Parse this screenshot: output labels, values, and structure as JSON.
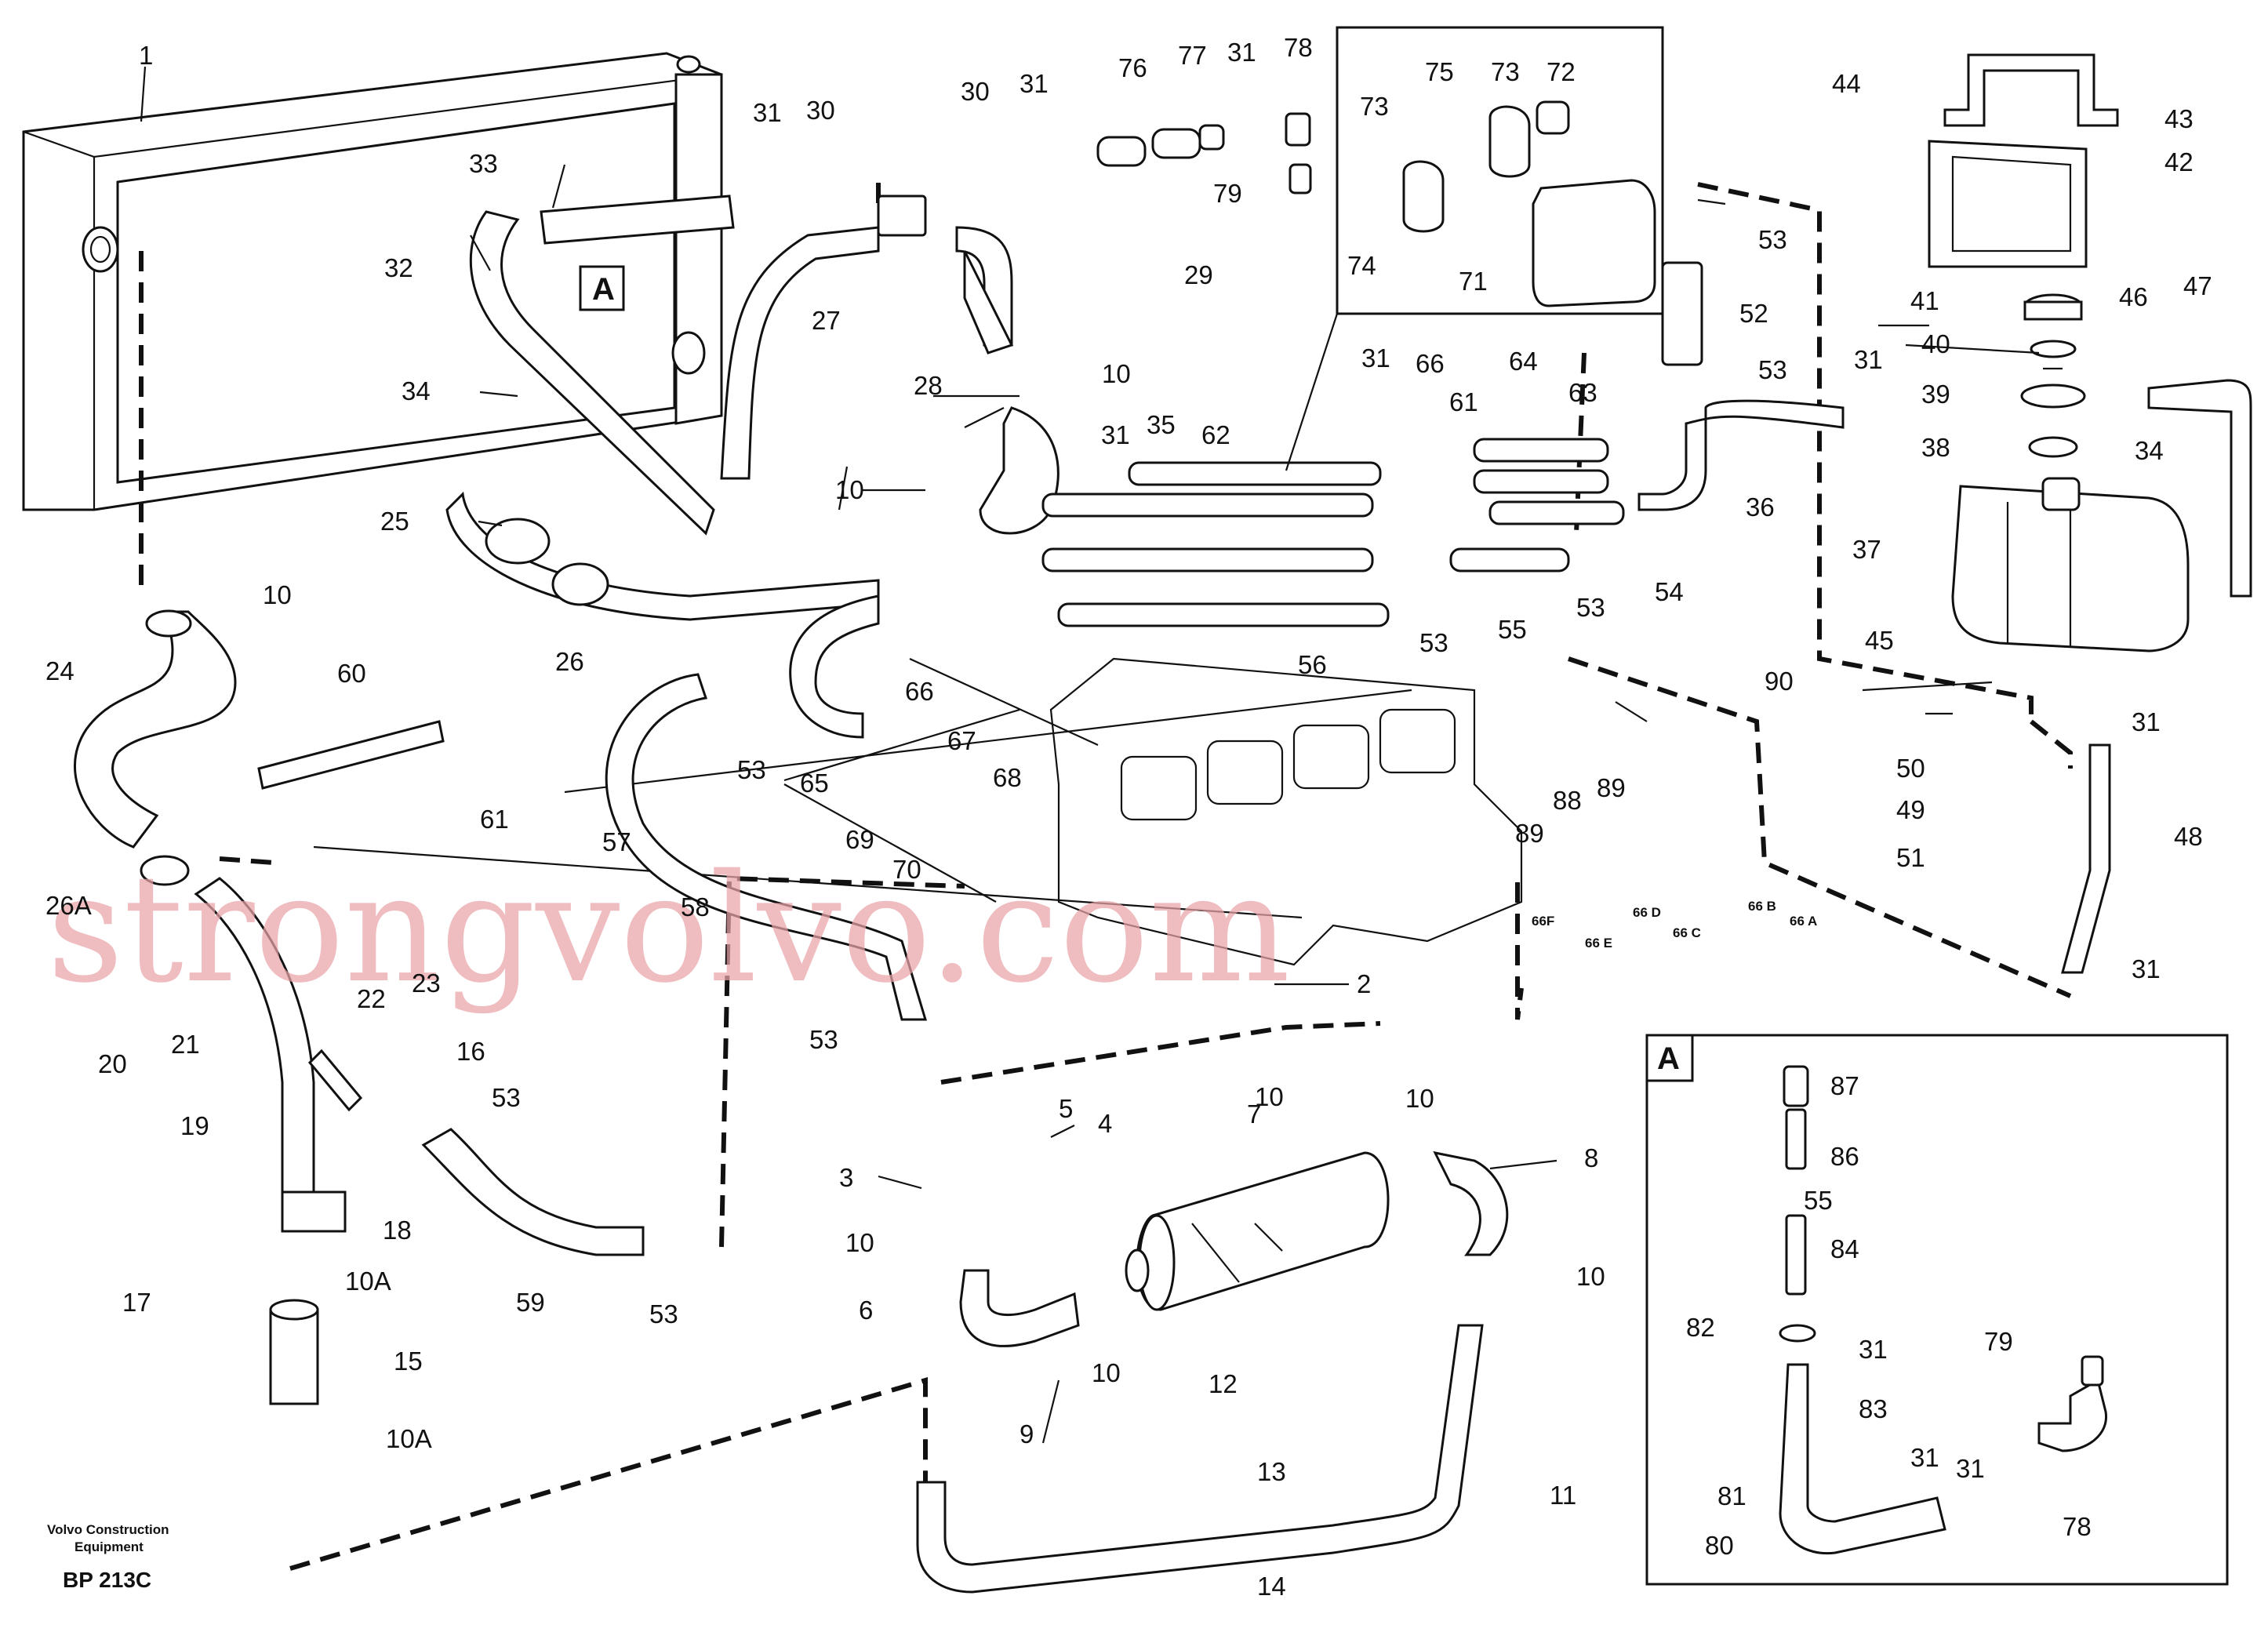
{
  "footer": {
    "maker_line1": "Volvo Construction",
    "maker_line2": "Equipment",
    "drawing_code": "BP 213C"
  },
  "watermark": "strongvolvo.com",
  "detail_marker": "A",
  "detail_box_label": "A",
  "callouts": [
    {
      "n": "1"
    },
    {
      "n": "2"
    },
    {
      "n": "3"
    },
    {
      "n": "4"
    },
    {
      "n": "5"
    },
    {
      "n": "6"
    },
    {
      "n": "7"
    },
    {
      "n": "8"
    },
    {
      "n": "9"
    },
    {
      "n": "10"
    },
    {
      "n": "10"
    },
    {
      "n": "10"
    },
    {
      "n": "10"
    },
    {
      "n": "10"
    },
    {
      "n": "10"
    },
    {
      "n": "10"
    },
    {
      "n": "10"
    },
    {
      "n": "10A"
    },
    {
      "n": "10A"
    },
    {
      "n": "11"
    },
    {
      "n": "12"
    },
    {
      "n": "13"
    },
    {
      "n": "14"
    },
    {
      "n": "15"
    },
    {
      "n": "16"
    },
    {
      "n": "17"
    },
    {
      "n": "18"
    },
    {
      "n": "19"
    },
    {
      "n": "20"
    },
    {
      "n": "21"
    },
    {
      "n": "22"
    },
    {
      "n": "23"
    },
    {
      "n": "24"
    },
    {
      "n": "25"
    },
    {
      "n": "26"
    },
    {
      "n": "26A"
    },
    {
      "n": "27"
    },
    {
      "n": "28"
    },
    {
      "n": "29"
    },
    {
      "n": "30"
    },
    {
      "n": "30"
    },
    {
      "n": "31"
    },
    {
      "n": "31"
    },
    {
      "n": "31"
    },
    {
      "n": "31"
    },
    {
      "n": "31"
    },
    {
      "n": "31"
    },
    {
      "n": "31"
    },
    {
      "n": "31"
    },
    {
      "n": "31"
    },
    {
      "n": "31"
    },
    {
      "n": "31"
    },
    {
      "n": "32"
    },
    {
      "n": "33"
    },
    {
      "n": "34"
    },
    {
      "n": "34"
    },
    {
      "n": "35"
    },
    {
      "n": "36"
    },
    {
      "n": "37"
    },
    {
      "n": "38"
    },
    {
      "n": "39"
    },
    {
      "n": "40"
    },
    {
      "n": "41"
    },
    {
      "n": "42"
    },
    {
      "n": "43"
    },
    {
      "n": "44"
    },
    {
      "n": "45"
    },
    {
      "n": "46"
    },
    {
      "n": "47"
    },
    {
      "n": "48"
    },
    {
      "n": "49"
    },
    {
      "n": "50"
    },
    {
      "n": "51"
    },
    {
      "n": "52"
    },
    {
      "n": "53"
    },
    {
      "n": "53"
    },
    {
      "n": "53"
    },
    {
      "n": "53"
    },
    {
      "n": "53"
    },
    {
      "n": "53"
    },
    {
      "n": "53"
    },
    {
      "n": "53"
    },
    {
      "n": "54"
    },
    {
      "n": "55"
    },
    {
      "n": "55"
    },
    {
      "n": "56"
    },
    {
      "n": "57"
    },
    {
      "n": "58"
    },
    {
      "n": "59"
    },
    {
      "n": "60"
    },
    {
      "n": "61"
    },
    {
      "n": "61"
    },
    {
      "n": "62"
    },
    {
      "n": "63"
    },
    {
      "n": "64"
    },
    {
      "n": "65"
    },
    {
      "n": "66"
    },
    {
      "n": "66"
    },
    {
      "n": "66 A"
    },
    {
      "n": "66 B"
    },
    {
      "n": "66 C"
    },
    {
      "n": "66 D"
    },
    {
      "n": "66 E"
    },
    {
      "n": "66F"
    },
    {
      "n": "67"
    },
    {
      "n": "68"
    },
    {
      "n": "69"
    },
    {
      "n": "70"
    },
    {
      "n": "71"
    },
    {
      "n": "72"
    },
    {
      "n": "73"
    },
    {
      "n": "73"
    },
    {
      "n": "74"
    },
    {
      "n": "75"
    },
    {
      "n": "76"
    },
    {
      "n": "77"
    },
    {
      "n": "78"
    },
    {
      "n": "78"
    },
    {
      "n": "79"
    },
    {
      "n": "79"
    },
    {
      "n": "80"
    },
    {
      "n": "81"
    },
    {
      "n": "82"
    },
    {
      "n": "83"
    },
    {
      "n": "84"
    },
    {
      "n": "86"
    },
    {
      "n": "87"
    },
    {
      "n": "88"
    },
    {
      "n": "89"
    },
    {
      "n": "89"
    },
    {
      "n": "90"
    }
  ]
}
